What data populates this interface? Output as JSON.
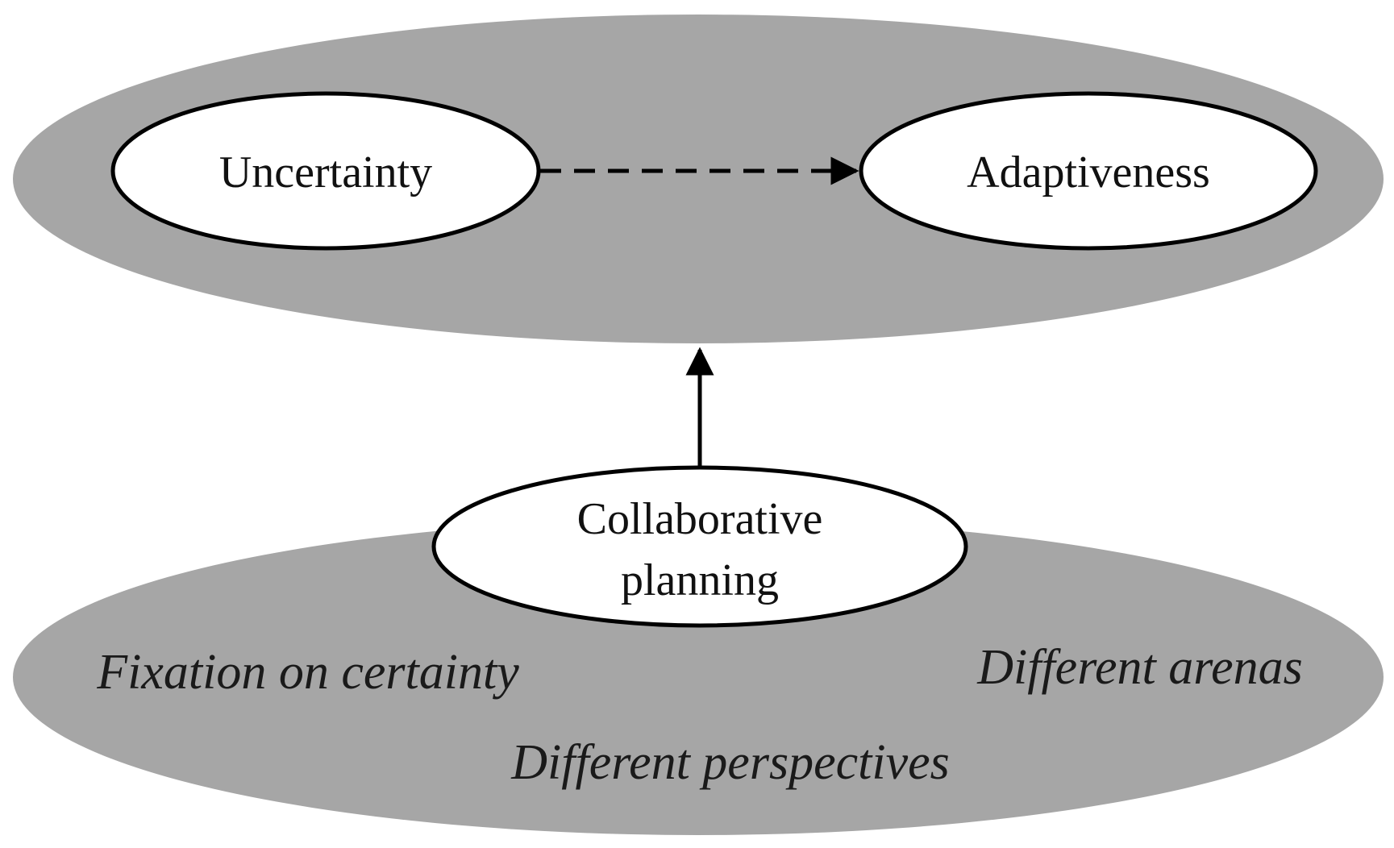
{
  "colors": {
    "background_ellipse": "#a6a6a6",
    "node_fill": "#ffffff",
    "stroke": "#000000",
    "text": "#111111"
  },
  "top_region": {
    "nodes": {
      "uncertainty": "Uncertainty",
      "adaptiveness": "Adaptiveness"
    },
    "edge_uncertainty_to_adaptiveness": "dashed-arrow"
  },
  "bottom_region": {
    "node": {
      "line1": "Collaborative",
      "line2": "planning"
    },
    "labels": {
      "fixation": "Fixation on certainty",
      "arenas": "Different arenas",
      "perspectives": "Different perspectives"
    }
  },
  "edge_planning_to_top": "solid-arrow"
}
